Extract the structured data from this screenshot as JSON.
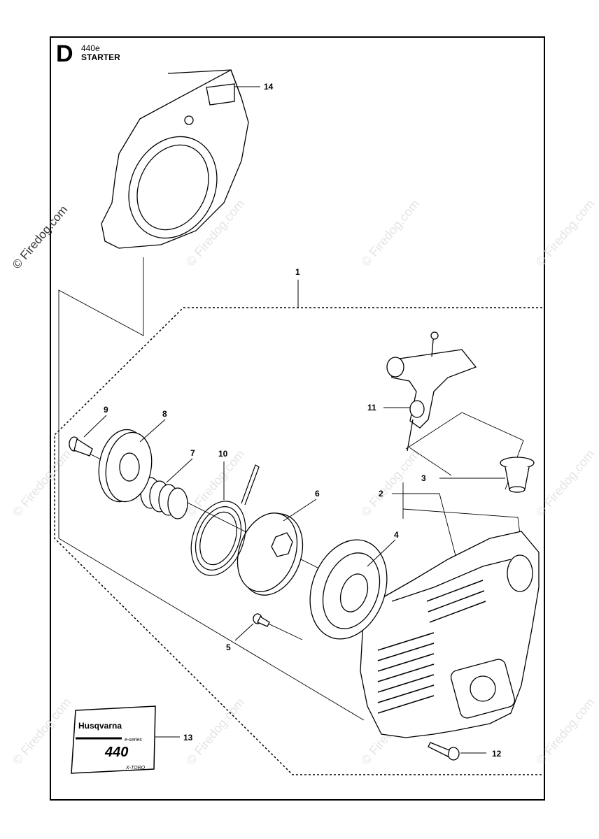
{
  "header": {
    "section_letter": "D",
    "model": "440e",
    "title": "STARTER"
  },
  "watermark": "© Firedog.com",
  "callouts": [
    "1",
    "2",
    "3",
    "4",
    "5",
    "6",
    "7",
    "8",
    "9",
    "10",
    "11",
    "12",
    "13",
    "14"
  ],
  "decal": {
    "brand": "Husqvarna",
    "series": "e-series",
    "model": "440",
    "tag": "X-TORQ"
  },
  "colors": {
    "line": "#000000",
    "watermark": "#e4e4e4",
    "background": "#ffffff"
  }
}
